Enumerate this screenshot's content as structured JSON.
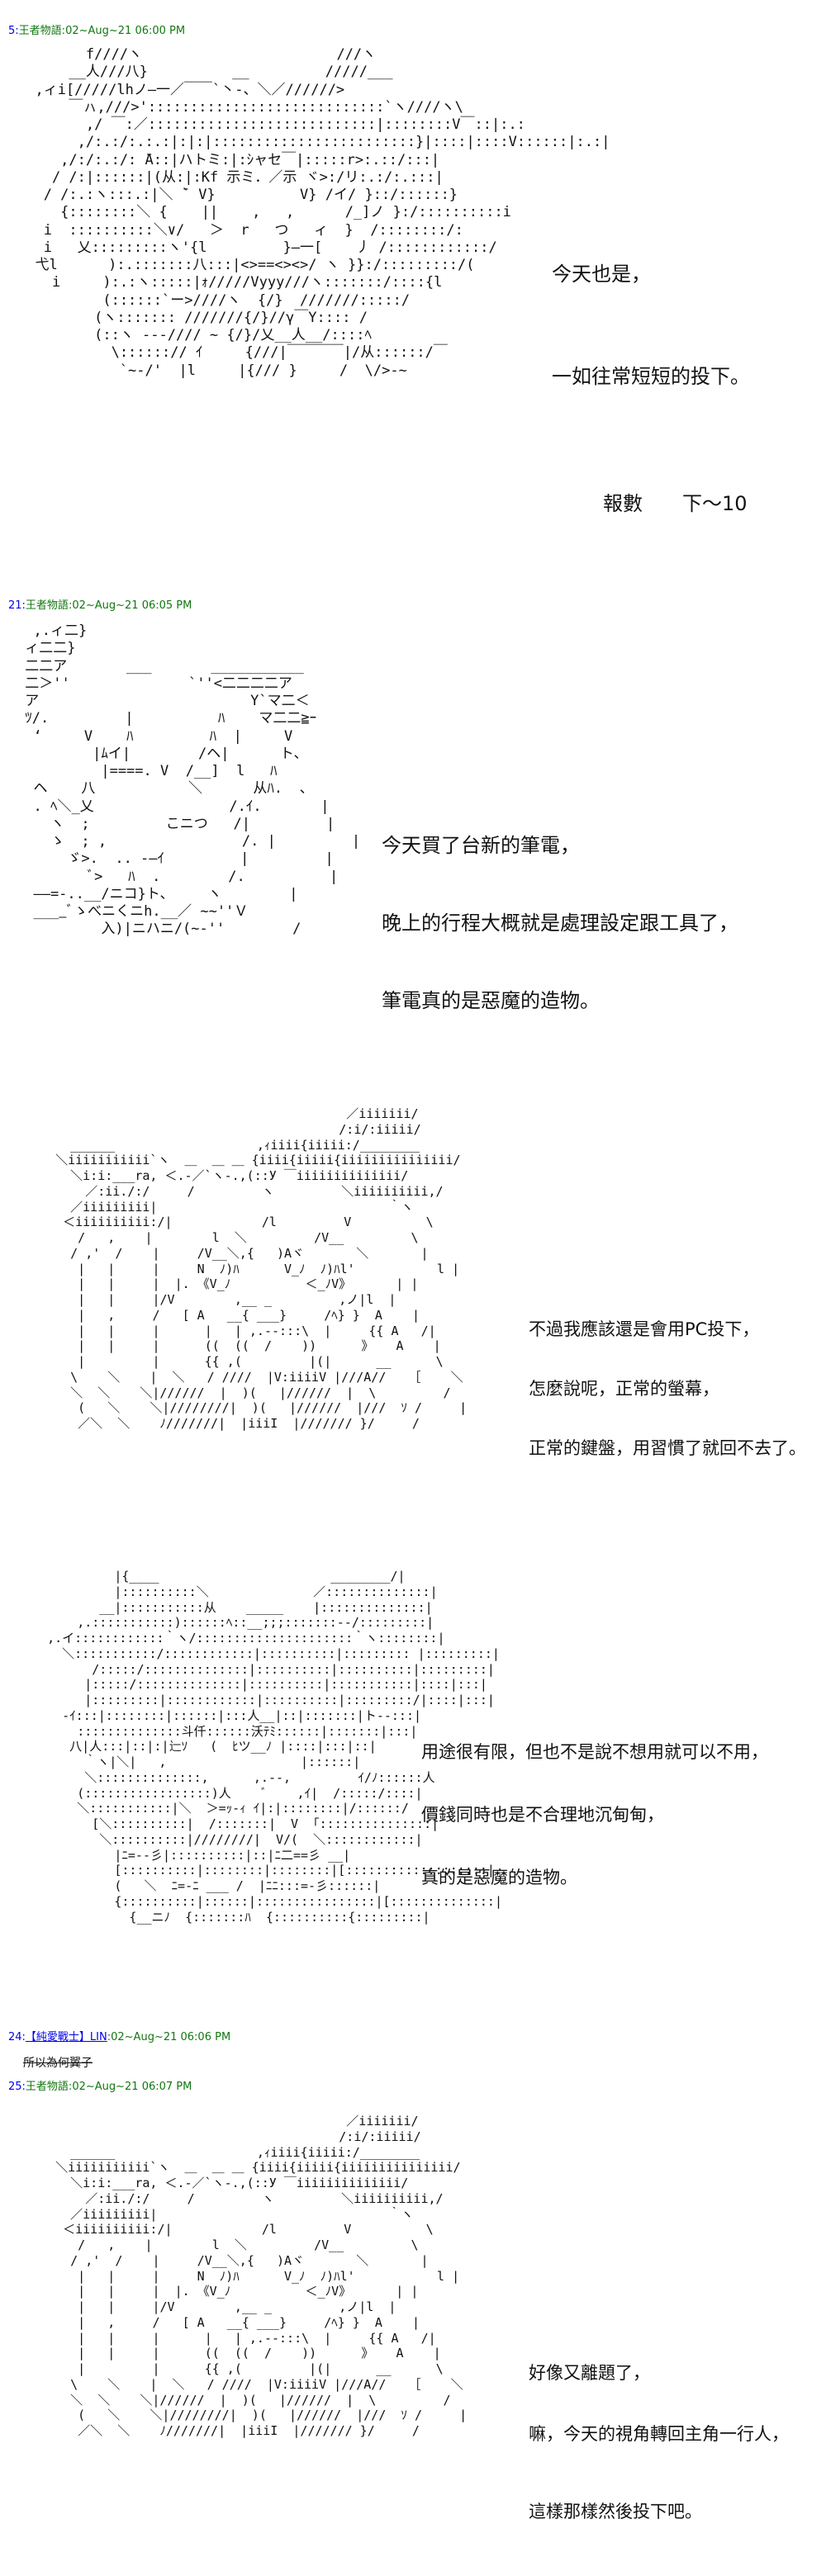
{
  "posts": [
    {
      "num": "5:",
      "name": "王者物語",
      "meta": "02~Aug~21 06:00 PM",
      "art": "        f////ヽ                       ///ヽ\n      __人///八}          __         /////___\n  ,ィi[/////lhノ―一／￣￣`丶-、＼／//////>\n      ￣ㇵ,///>'::::::::::::::::::::::::::::`ヽ////ヽ\\\n        ,/ ￣:／:::::::::::::::::::::::::::|::::::::V￣::|:.:\n       ,/:.:/:.:.:|:|:|::::::::::::::::::::::::}|::::|::::V::::::|:.:|\n     ,/:/:.:/: ̄A::|ハトミ:|:ｼャセ￣|:::::r>:.::/:::|\n    / /:|::::::|(从:|:Kf 示ミ．／示 ヾ>:/リ:.:/:.:::|\n   / /:.:ヽ:::.:|＼ ̄` V}          V} /イ/ }::/::::::}\n     {::::::::＼ {    ||    ,   ,      /_]ノ }:/::::::::::i\n   i  ::::::::::＼∨/   ＞  r   つ   ィ  }  /::::::::/:\n   i   乂:::::::::ヽ'{l         }―一[    丿 /::::::::::::/\n  弋l      ):.:::::::八:::|<>==<><>/ ヽ }}:/:::::::::/(\n    i     ):.:ヽ:::::|ｫ/////Vyyy///ヽ:::::::/::::{l\n          (::::::`ー>////ヽ  {/}  ///////:::::/\n         (ヽ::::::: ///////{/}//γ￣Y:::: /\n         (::ヽ ---//// ~ {/}/乂__人__/::::ﾍ\n           \\::::::// ｲ     {///|￣￣￣￣|/从::::::/￣\n            `~-/'  |l     |{/// }     /  \\/>-~",
      "lines": [
        "今天也是，",
        "一如往常短短的投下。",
        "報數　　下～10"
      ]
    },
    {
      "num": "21:",
      "name": "王者物語",
      "meta": "02~Aug~21 06:05 PM",
      "art": "  ,.ィ二}\n ィ二二}\n 二二ア       ___       ___________\n 二＞''              `''<二二二二ア\n ア                         Y`マ二＜\n ﾂ/.         |          ﾊ    マ二二≧ｰ\n  ‘     V    ﾊ         ﾊ  |     V\n         |ﾑイ|        /ヘ|      ト、\n          |====. V  /__]  l   ﾊ\n  ヘ    八           ＼      从ﾊ.  、\n  . ﾍ＼_乂                /.ｲ.       |\n    ヽ  ;         こニつ   /|         |\n    ゝ  ; ,                /. |         |\n      ゞ>.  .. -―ｲ         |         |\n         ﾞ>   ﾊ  .        /.          |\n  ――=-..__/ニコ}ト、    ヽ        |\n  ____ﾞゝべニくニh.__／ ~~''Ｖ\n          入)|ニハニ/(~-''        /",
      "lines": [
        "今天買了台新的筆電，",
        "晚上的行程大概就是處理設定跟工具了，",
        "筆電真的是惡魔的造物。"
      ]
    },
    {
      "num": "",
      "name": "",
      "meta": "",
      "art": "                                          ／iiiiiii/\n                                         /:i/:iiiii/\n     ______                   ,ｨiiii{iiiii:/________\n   ＼iiiiiiiiiii`ヽ  ＿  ＿ ＿ {iiii{iiiii{iiiiiiiiiiiiiii/\n     ＼i:i:___ra, ＜.-／`ヽ-.,(::У ￣iiiiiiiiiiiiii/\n       ／:ii./:/     /         ヽ         ＼iiiiiiiiii,/\n     ／iiiiiiiii|                               ｀ヽ\n    ＜iiiiiiiiii:/|            /l         V          \\\n      /   ,    |        l  ＼         /V__         \\\n     / ,'  /    |     /V__＼,{   )Aヾ       ＼       |\n      |   |     |     N  ﾉ)ﾊ      V_ﾉ  ﾉ)ﾊl'           l |\n      |   |     |  |. 《V_ﾉ          ＜_ﾉV》      | |\n      |   |     |/V        ,__ _         ,ノ|l  |\n      |   ,     /   [ A   __{ ___}     /ﾍ} }  A    |\n      |   |     |      |   | ,.-‐:::\\  |     {{ A   /|\n      |   |     |      ((  ((  /    ))      》   A    |\n      |         |      {{ ,(         |(|      __      \\\n     \\    ＼    |  ＼   / ////  |V:iiiiV |///A//   ［    ＼\n     ＼  ＼    ＼|//////  |  )(   |//////  |  \\         /\n      (   ＼    ＼|////////|  )(   |//////  |///  ｿ /     |\n      ／＼  ＼    ﾉ///////|  |iiiI  |/////// }/     /",
      "lines": [
        "不過我應該還是會用PC投下，",
        "怎麼說呢，正常的螢幕，",
        "正常的鍵盤，用習慣了就回不去了。"
      ]
    },
    {
      "num": "",
      "name": "",
      "meta": "",
      "art": "            |{____                       ________/|\n            |::::::::::＼              ／::::::::::::::|\n          __|:::::::::::从    _____    |::::::::::::::|\n       ,.:::::::::::)::::::ﾍ::__;;;:::::::--/:::::::::|\n   ,.イ::::::::::::｀ヽ/:::::::::::::::::::::｀ヽ::::::::|\n     ＼:::::::::::/::::::::::::|::::::::::|::::::::: |:::::::::|\n         /:::::/::::::::::::::|::::::::::|::::::::::|:::::::::|\n        |:::::/::::::::::::::|::::::::::|:::::::::::|::::|:::|\n        |:::::::::|::::::::::::|::::::::::|:::::::::/|::::|:::|\n     -ｲ:::|::::::::|::::::|:::人__|::|:::::::|ト-‐:::|\n       ::::::::::::::斗仟::::::沃ﾃﾐ::::::|:::::::|:::|\n      八|人:::|::|:|辷ｿ   (  ﾋツ__ﾉ |::::|:::|::|\n        ｀ヽ|＼|   ,                  |::::::|\n        ＼::::::::::::::,      ,.--,         ｲ/ﾉ::::::人\n       (:::::::::::::::::)人    ﾞ    ,ｲ|  /:::::/::::|\n       ＼:::::::::::|＼  ＞=ｯ-ｨ ｲ|:|::::::::|/::::::/\n         [＼::::::::::|  /:::::::|  V  ｢:::::::::::::::|\n          ＼::::::::::|////////|  V/(  ＼::::::::::::|\n            |ﾆ=--彡|::::::::::|::|ﾆ二==彡 __|\n            [::::::::::|::::::::|::::::::|[:::::::::::::::::::|\n            (   ＼  ﾆ=-ﾆ ___ /  |ﾆﾆ:::=-彡::::::|\n            {::::::::::|::::::|::::::::::::::::|[::::::::::::::|\n              {__ニﾉ  {:::::::ﾊ  {::::::::::{:::::::::|",
      "lines": [
        "用途很有限，但也不是說不想用就可以不用，",
        "價錢同時也是不合理地沉甸甸，",
        "真的是惡魔的造物。"
      ]
    },
    {
      "num": "24:",
      "name": "【純愛戰士】LIN",
      "meta": "02~Aug~21 06:06 PM",
      "art": "",
      "strike": "所以為何翼子",
      "lines": []
    },
    {
      "num": "25:",
      "name": "王者物語",
      "meta": "02~Aug~21 06:07 PM",
      "art": "                                          ／iiiiiii/\n                                         /:i/:iiiii/\n     ______                   ,ｨiiii{iiiii:/________\n   ＼iiiiiiiiiii`ヽ  ＿  ＿ ＿ {iiii{iiiii{iiiiiiiiiiiiiii/\n     ＼i:i:___ra, ＜.-／`ヽ-.,(::У ￣iiiiiiiiiiiiii/\n       ／:ii./:/     /         ヽ         ＼iiiiiiiiii,/\n     ／iiiiiiiii|                               ｀ヽ\n    ＜iiiiiiiiii:/|            /l         V          \\\n      /   ,    |        l  ＼         /V__         \\\n     / ,'  /    |     /V__＼,{   )Aヾ       ＼       |\n      |   |     |     N  ﾉ)ﾊ      V_ﾉ  ﾉ)ﾊl'           l |\n      |   |     |  |. 《V_ﾉ          ＜_ﾉV》      | |\n      |   |     |/V        ,__ _         ,ノ|l  |\n      |   ,     /   [ A   __{ ___}     /ﾍ} }  A    |\n      |   |     |      |   | ,.-‐:::\\  |     {{ A   /|\n      |   |     |      ((  ((  /    ))      》   A    |\n      |         |      {{ ,(         |(|      __      \\\n     \\    ＼    |  ＼   / ////  |V:iiiiV |///A//   ［    ＼\n     ＼  ＼    ＼|//////  |  )(   |//////  |  \\         /\n      (   ＼    ＼|////////|  )(   |//////  |///  ｿ /     |\n      ／＼  ＼    ﾉ///////|  |iiiI  |/////// }/     /",
      "lines": [
        "好像又離題了，",
        "嘛，今天的視角轉回主角一行人，",
        "這樣那樣然後投下吧。"
      ]
    }
  ]
}
